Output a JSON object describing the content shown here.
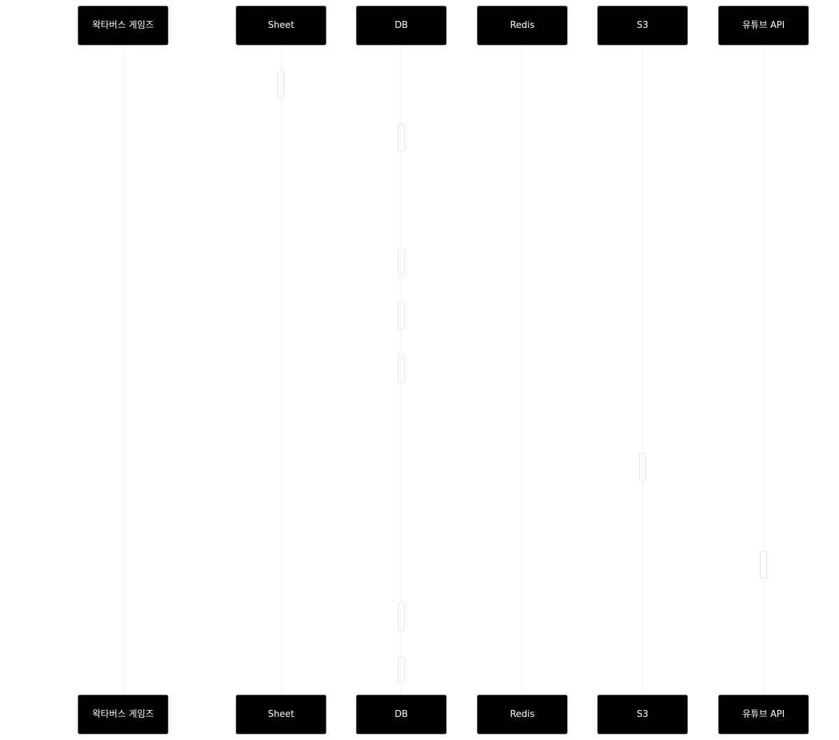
{
  "diagram": {
    "type": "sequence",
    "participants": [
      {
        "id": "wakta",
        "label": "왁타버스 게임즈"
      },
      {
        "id": "sheet",
        "label": "Sheet"
      },
      {
        "id": "db",
        "label": "DB"
      },
      {
        "id": "redis",
        "label": "Redis"
      },
      {
        "id": "s3",
        "label": "S3"
      },
      {
        "id": "youtube",
        "label": "유튜브 API"
      }
    ],
    "activations": [
      {
        "participant": "sheet",
        "order": 1
      },
      {
        "participant": "db",
        "order": 2
      },
      {
        "participant": "db",
        "order": 3
      },
      {
        "participant": "db",
        "order": 4
      },
      {
        "participant": "db",
        "order": 5
      },
      {
        "participant": "s3",
        "order": 6
      },
      {
        "participant": "youtube",
        "order": 7
      },
      {
        "participant": "db",
        "order": 8
      },
      {
        "participant": "db",
        "order": 9
      }
    ],
    "colors": {
      "participant_fill": "#000000",
      "participant_text": "#ffffff",
      "lifeline": "#f2f2f2",
      "activation_border": "#e6e6e6",
      "background": "#ffffff"
    }
  }
}
